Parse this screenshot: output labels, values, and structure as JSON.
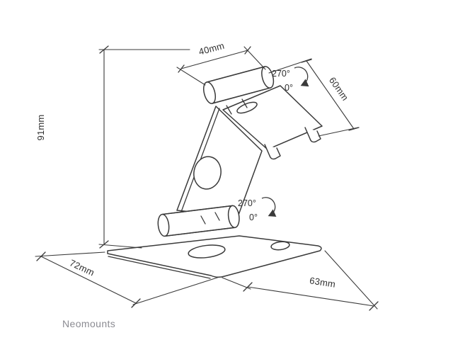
{
  "canvas": {
    "background": "#ffffff",
    "line_color": "#3a3a3a",
    "label_color": "#2f2f2f"
  },
  "brand": {
    "name": "Neomounts",
    "color": "#8b8b92"
  },
  "dimensions": {
    "top_width": "40mm",
    "plate_depth": "60mm",
    "height": "91mm",
    "base_width": "72mm",
    "base_depth": "63mm"
  },
  "angles": {
    "top_hinge_max": "270°",
    "top_hinge_min": "0°",
    "base_hinge_max": "270°",
    "base_hinge_min": "0°"
  }
}
